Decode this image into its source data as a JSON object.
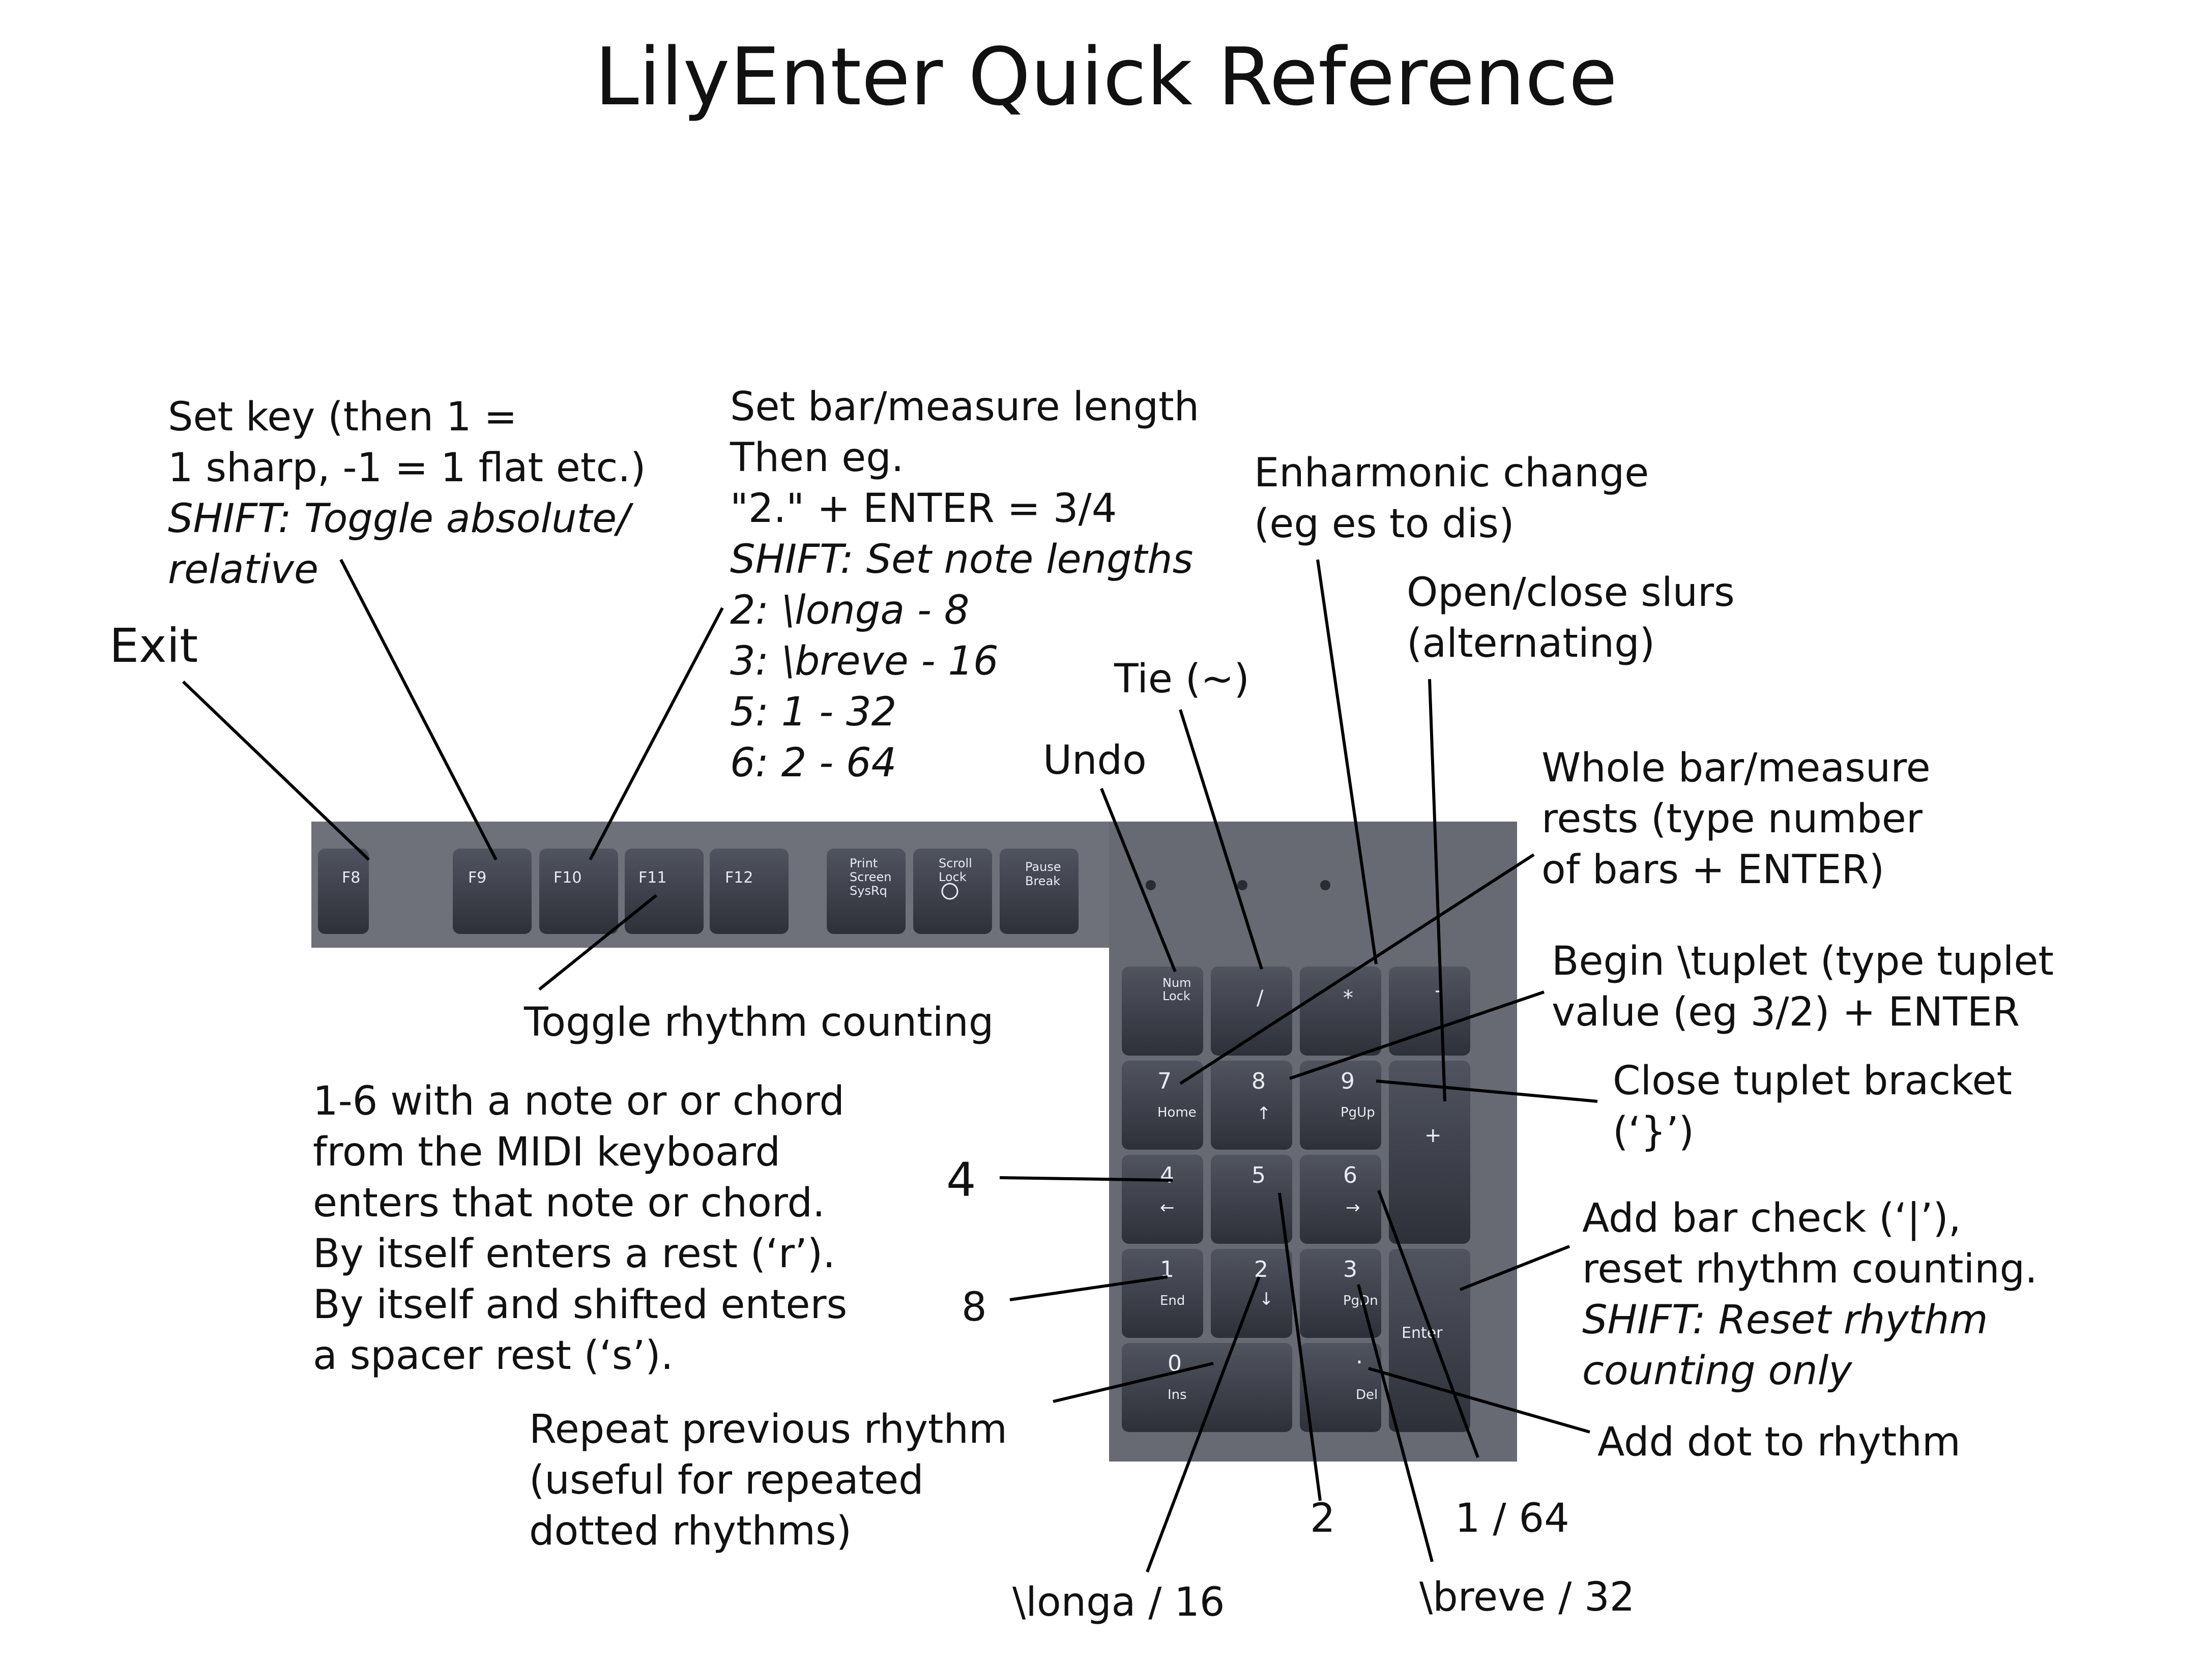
{
  "title": "LilyEnter Quick Reference",
  "keys": {
    "function_row": [
      "F8",
      "F9",
      "F10",
      "F11",
      "F12"
    ],
    "print_screen": [
      "Print",
      "Screen",
      "SysRq"
    ],
    "scroll_lock": [
      "Scroll",
      "Lock"
    ],
    "pause_break": [
      "Pause",
      "Break"
    ],
    "num_lock": [
      "Num",
      "Lock"
    ],
    "divide": "/",
    "multiply": "*",
    "minus": "-",
    "plus": "+",
    "enter": "Enter",
    "kp7": [
      "7",
      "Home"
    ],
    "kp8": [
      "8",
      ""
    ],
    "kp9": [
      "9",
      "PgUp"
    ],
    "kp4": [
      "4",
      ""
    ],
    "kp5": [
      "5",
      ""
    ],
    "kp6": [
      "6",
      ""
    ],
    "kp1": [
      "1",
      "End"
    ],
    "kp2": [
      "2",
      ""
    ],
    "kp3": [
      "3",
      "PgDn"
    ],
    "kp0": [
      "0",
      "Ins"
    ],
    "kpdot": [
      ".",
      "Del"
    ]
  },
  "labels": {
    "exit": "Exit",
    "set_key": [
      "Set key (then 1 =",
      "1 sharp, -1 = 1 flat etc.)"
    ],
    "set_key_shift": [
      "SHIFT: Toggle absolute/",
      "relative"
    ],
    "bar_length": [
      "Set bar/measure length",
      "Then eg.",
      "\"2.\" + ENTER = 3/4"
    ],
    "bar_length_shift": [
      "SHIFT: Set note lengths",
      "2: \\longa - 8",
      "3: \\breve - 16",
      "5: 1 - 32",
      "6: 2 - 64"
    ],
    "enharmonic": [
      "Enharmonic change",
      "(eg es to dis)"
    ],
    "slurs": [
      "Open/close slurs",
      "(alternating)"
    ],
    "tie": "Tie (~)",
    "undo": "Undo",
    "whole_bar": [
      "Whole bar/measure",
      "rests (type number",
      "of bars + ENTER)"
    ],
    "tuplet": [
      "Begin \\tuplet (type tuplet",
      "value (eg 3/2) + ENTER"
    ],
    "close_tuplet": [
      "Close tuplet bracket",
      "(‘}’)"
    ],
    "toggle_rhythm": "Toggle rhythm counting",
    "midi_info": [
      "1-6 with a note or or chord",
      "from the MIDI keyboard",
      "enters that note or chord.",
      "By itself enters a rest (‘r’).",
      "By itself and shifted enters",
      "a spacer rest (‘s’)."
    ],
    "four": "4",
    "eight": "8",
    "bar_check": [
      "Add bar check (‘|’),",
      "reset rhythm counting."
    ],
    "bar_check_shift": [
      "SHIFT: Reset rhythm",
      "counting only"
    ],
    "add_dot": "Add dot to rhythm",
    "repeat": [
      "Repeat previous rhythm",
      "(useful for repeated",
      "dotted rhythms)"
    ],
    "two": "2",
    "one_64": "1 / 64",
    "longa_16": "\\longa / 16",
    "breve_32": "\\breve / 32"
  },
  "colors": {
    "photo_bg": "#6f717a",
    "key_face": "#3a3d48",
    "key_top": "#4a4e5b",
    "line": "#000000"
  }
}
